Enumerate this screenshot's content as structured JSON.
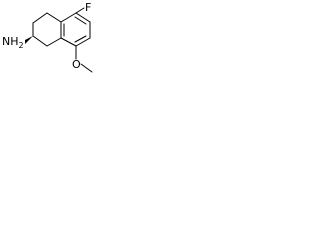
{
  "molecule": {
    "atoms": {
      "fluorine": "F",
      "amine": "NH",
      "amine_subscript": "2",
      "methoxy_oxygen": "O"
    },
    "colors": {
      "bond": "#000000",
      "label": "#000000",
      "background": "#ffffff"
    }
  }
}
